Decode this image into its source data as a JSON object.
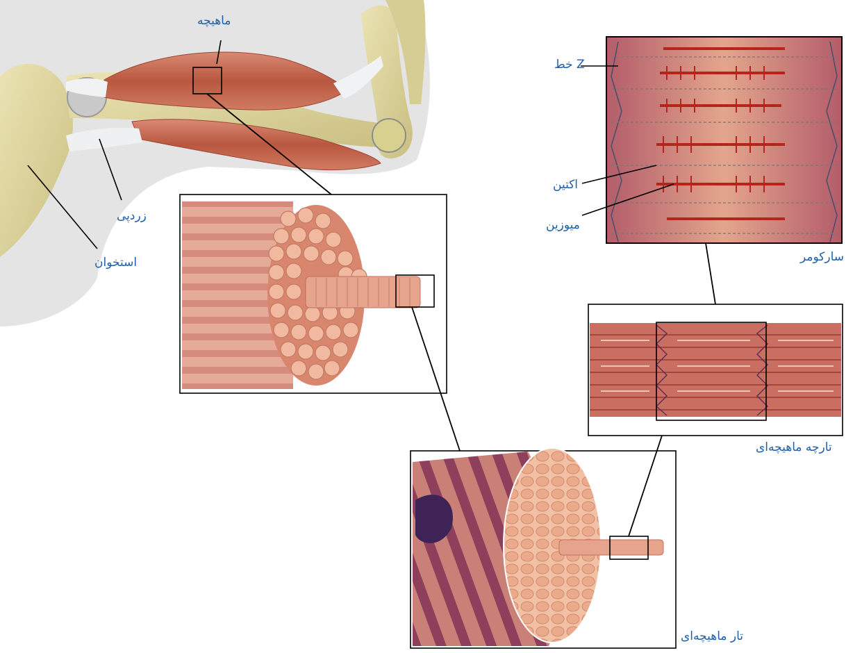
{
  "labels": {
    "muscle": "ماهیچه",
    "tendon": "زردپی",
    "bone": "استخوان",
    "z_line": "خط Z",
    "actin": "اکتین",
    "myosin": "میوزین",
    "sarcomere": "سارکومر",
    "myofibril": "تارچه ماهیچه‌ای",
    "muscle_fiber": "تار ماهیچه‌ای"
  },
  "colors": {
    "label": "#1f5fa8",
    "bone": "#d9d19a",
    "muscle": "#c8705a",
    "tendon": "#e8ecef",
    "frame": "#000000"
  }
}
